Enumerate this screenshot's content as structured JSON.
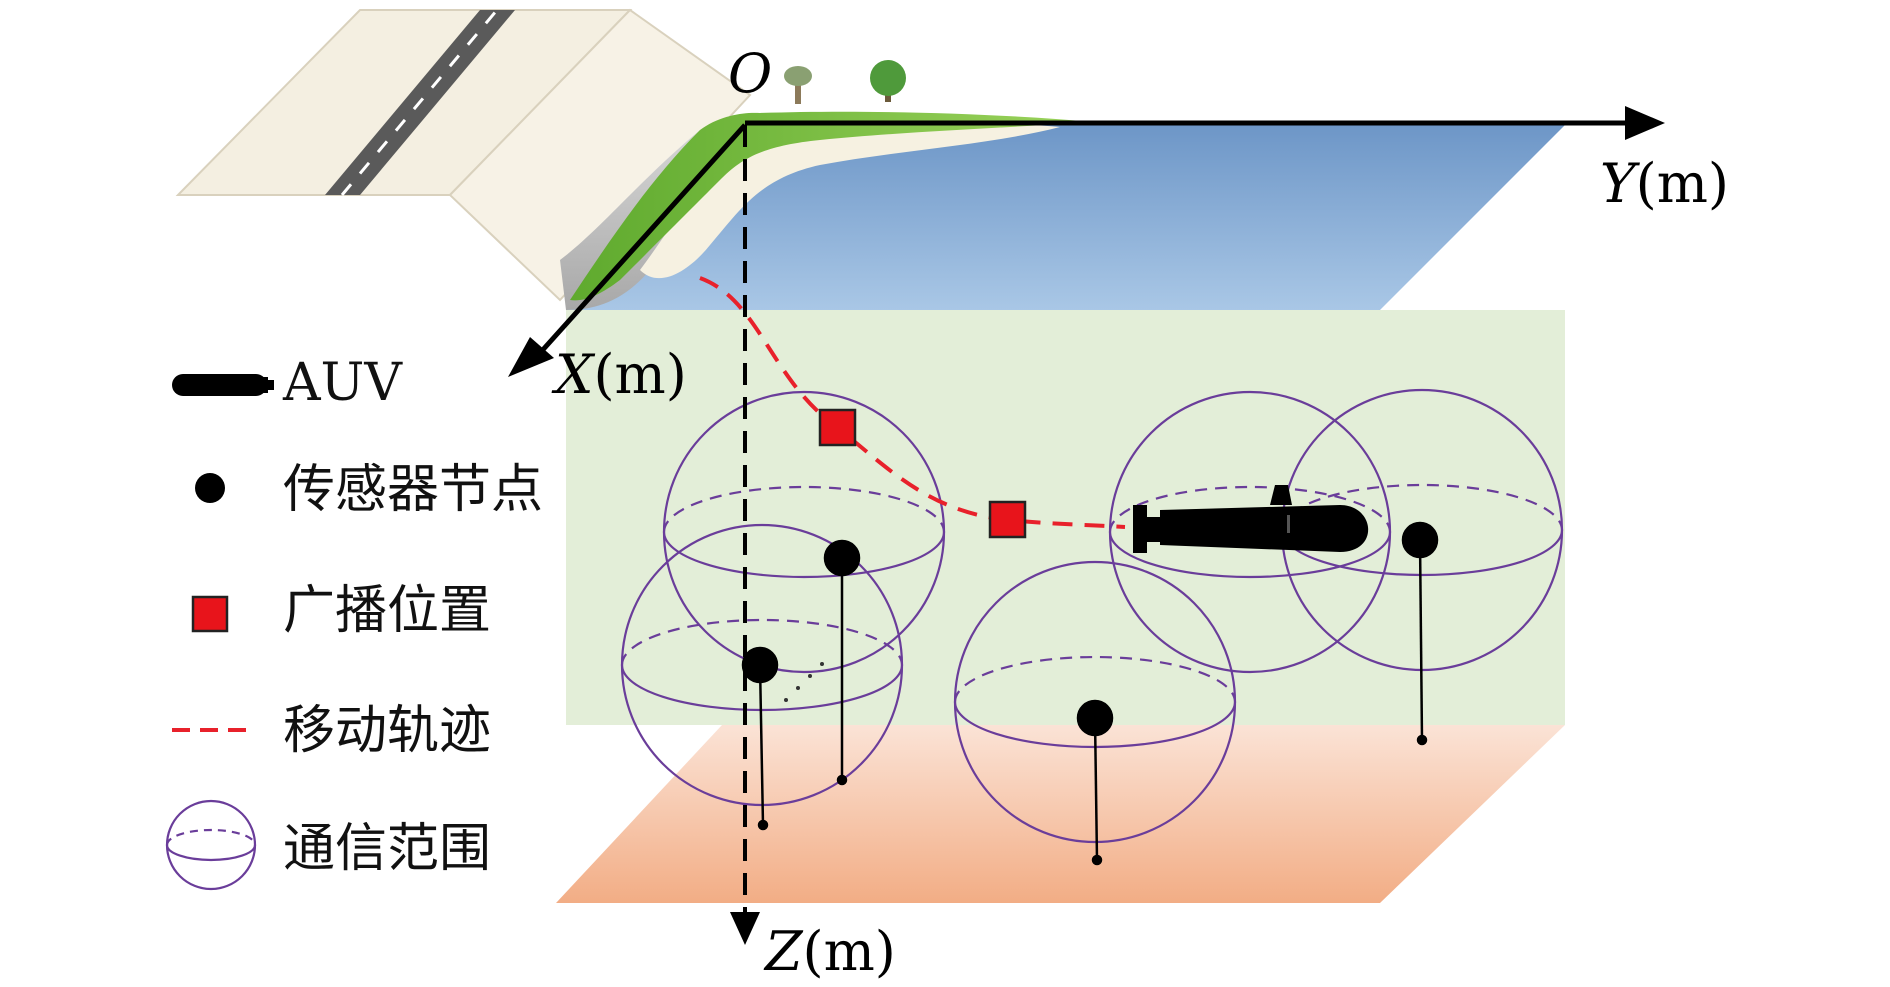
{
  "axes": {
    "origin": "O",
    "x": {
      "var": "X",
      "unit": "(m)"
    },
    "y": {
      "var": "Y",
      "unit": "(m)"
    },
    "z": {
      "var": "Z",
      "unit": "(m)"
    }
  },
  "legend": {
    "auv": "AUV",
    "sensor_node": "传感器节点",
    "broadcast_position": "广播位置",
    "trajectory": "移动轨迹",
    "communication_range": "通信范围"
  },
  "colors": {
    "trajectory": "#e8212b",
    "broadcast_marker": "#e8141b",
    "sphere": "#6a3d9a",
    "water_top": "#6f98c8",
    "water_volume": "#e3eed8",
    "seabed": "#f2b48e",
    "grass": "#7cc242",
    "road": "#555555",
    "land": "#f4efe1"
  },
  "icons": {
    "auv": "submarine-icon",
    "sensor_node": "filled-circle-icon",
    "broadcast_position": "red-square-icon",
    "trajectory": "red-dashed-line-icon",
    "communication_range": "wireframe-sphere-icon"
  }
}
